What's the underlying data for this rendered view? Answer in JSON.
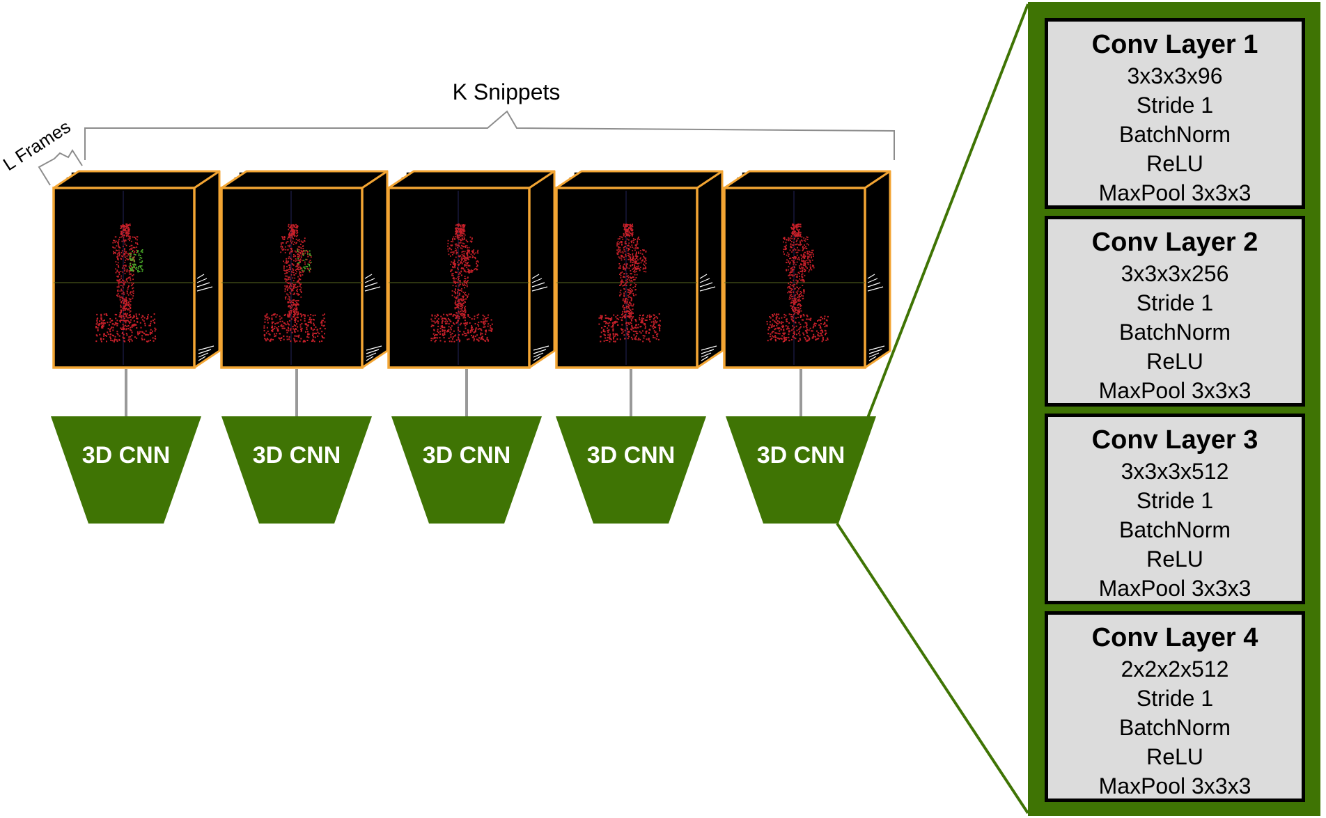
{
  "annotations": {
    "k_snippets": "K Snippets",
    "l_frames": "L Frames"
  },
  "cnn_label": "3D CNN",
  "snippet_count": 5,
  "colors": {
    "frame_border": "#f3a533",
    "cnn_fill": "#3f7404",
    "panel_border": "#3f7404",
    "layer_bg": "#dcdcdc",
    "connector": "#999999",
    "points": "#c8202a",
    "points_highlight": "#4caf2a"
  },
  "layers": [
    {
      "title": "Conv Layer 1",
      "lines": [
        "3x3x3x96",
        "Stride 1",
        "BatchNorm",
        "ReLU",
        "MaxPool 3x3x3"
      ]
    },
    {
      "title": "Conv Layer 2",
      "lines": [
        "3x3x3x256",
        "Stride 1",
        "BatchNorm",
        "ReLU",
        "MaxPool 3x3x3"
      ]
    },
    {
      "title": "Conv Layer 3",
      "lines": [
        "3x3x3x512",
        "Stride 1",
        "BatchNorm",
        "ReLU",
        "MaxPool 3x3x3"
      ]
    },
    {
      "title": "Conv Layer 4",
      "lines": [
        "2x2x2x512",
        "Stride 1",
        "BatchNorm",
        "ReLU",
        "MaxPool 3x3x3"
      ]
    }
  ]
}
